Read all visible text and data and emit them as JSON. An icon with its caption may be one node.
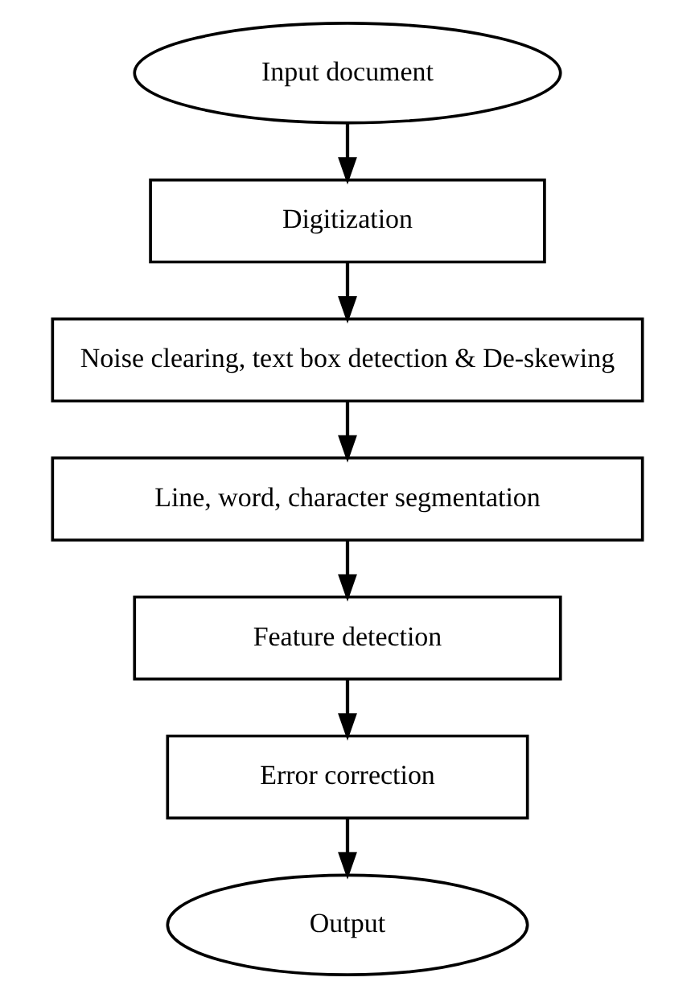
{
  "diagram": {
    "nodes": [
      {
        "text": [
          "Input document"
        ]
      },
      {
        "text": [
          "Digitization"
        ]
      },
      {
        "text": [
          "Noise clearing, text box detection & De-skewing"
        ]
      },
      {
        "text": [
          "Line, word, character segmentation"
        ]
      },
      {
        "text": [
          "Feature detection"
        ]
      },
      {
        "text": [
          "Error correction"
        ]
      },
      {
        "text": [
          "Output"
        ]
      }
    ],
    "edges": [
      {
        "from": 0,
        "to": 1,
        "arrow": "to"
      },
      {
        "from": 1,
        "to": 2,
        "arrow": "to"
      },
      {
        "from": 2,
        "to": 3,
        "arrow": "to"
      },
      {
        "from": 3,
        "to": 4,
        "arrow": "to"
      },
      {
        "from": 4,
        "to": 5,
        "arrow": "to"
      },
      {
        "from": 5,
        "to": 6,
        "arrow": "to"
      }
    ]
  }
}
